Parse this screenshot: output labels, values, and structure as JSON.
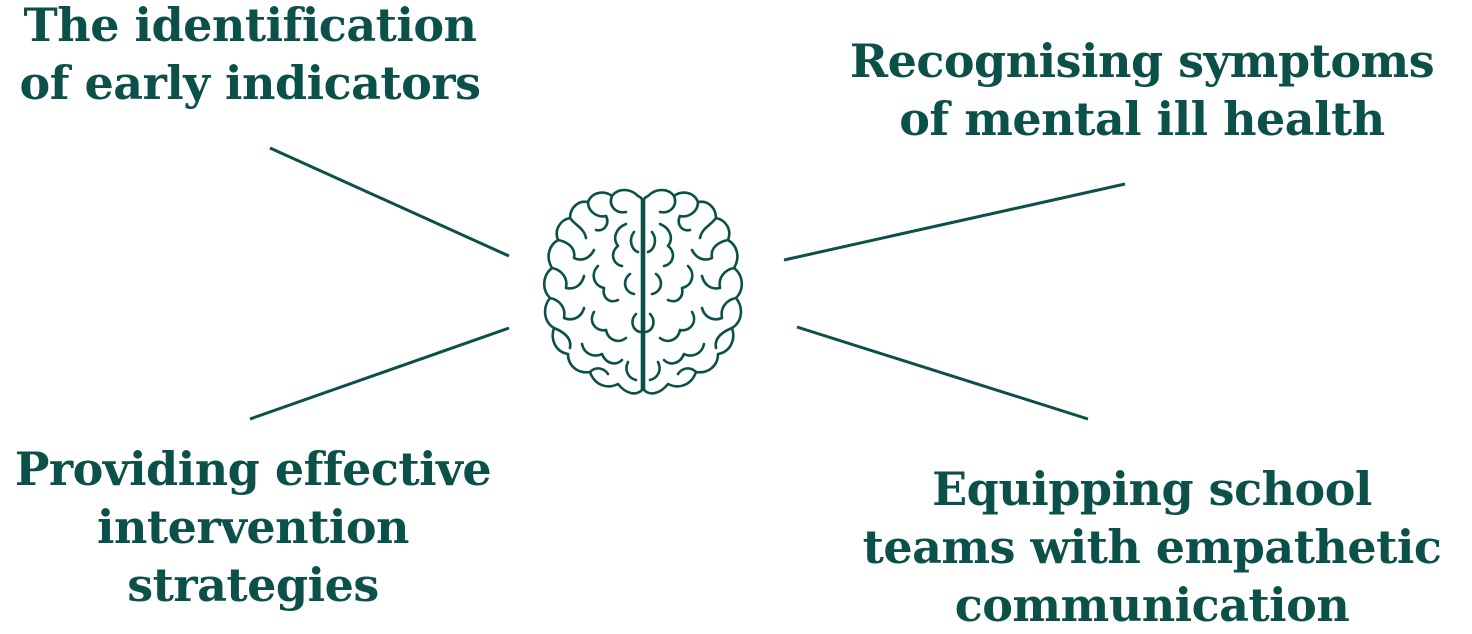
{
  "diagram": {
    "center_icon": "brain-icon",
    "accent_color": "#0b5049",
    "background_color": "#ffffff",
    "nodes": [
      {
        "id": "top-left",
        "lines": [
          "The identification",
          "of early indicators"
        ]
      },
      {
        "id": "top-right",
        "lines": [
          "Recognising symptoms",
          "of mental ill health"
        ]
      },
      {
        "id": "bottom-left",
        "lines": [
          "Providing effective",
          "intervention",
          "strategies"
        ]
      },
      {
        "id": "bottom-right",
        "lines": [
          "Equipping school",
          "teams with empathetic",
          "communication"
        ]
      }
    ]
  }
}
